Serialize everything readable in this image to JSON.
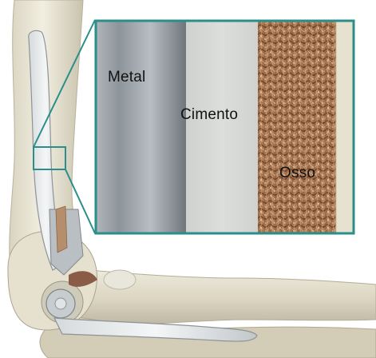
{
  "labels": {
    "metal": "Metal",
    "cement": "Cimento",
    "bone": "Osso"
  },
  "colors": {
    "callout_frame": "#2a8f8a",
    "metal": "#9aa1a6",
    "cement": "#d4d6d4",
    "bone_texture": "#8a5a3c",
    "bone_surface": "#e7e2cf"
  }
}
